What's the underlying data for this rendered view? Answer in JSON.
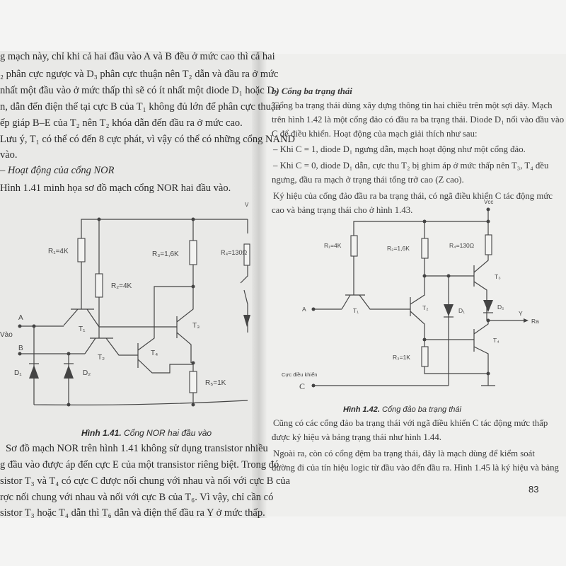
{
  "left_page": {
    "lines": [
      "g mạch này, chỉ khi cả hai đầu vào A và B đều ở mức cao thì cả hai",
      "₂ phân cực ngược và D₃ phân cực thuận nên T₂ dẫn và đầu ra ở mức",
      "nhất một đầu vào ở mức thấp thì sẽ có ít nhất một diode D₁ hoặc D₂",
      "n, dẫn đến điện thế tại cực B của T₁ không đủ lớn để phân cực thuận",
      "ếp giáp B–E của T₂ nên T₂ khóa dẫn đến đầu ra ở mức cao.",
      "Lưu ý, T₁ có thể có đến 8 cực phát, vì vậy có thể có những cổng NAND",
      "vào."
    ],
    "heading": "– Hoạt động của cổng NOR",
    "intro": "Hình 1.41 minh họa sơ đồ mạch cổng NOR hai đầu vào.",
    "figure": {
      "caption_bold": "Hình 1.41.",
      "caption": " Cổng NOR hai đầu vào",
      "labels": {
        "R1": "R₁=4K",
        "R2": "R₂=4K",
        "R3": "R₃=1,6K",
        "R4": "R₄=130Ω",
        "R5": "R₅=1K",
        "T1": "T₁",
        "T2": "T₂",
        "T3": "T₃",
        "T4": "T₄",
        "D1": "D₁",
        "D2": "D₂",
        "A": "A",
        "B": "B",
        "input": "Vào",
        "vcc": "V"
      }
    },
    "body": [
      "Sơ đồ mạch NOR trên hình 1.41 không sử dụng transistor nhiều",
      "g đầu vào được áp đến cực E của một transistor riêng biệt. Trong đó",
      "sistor T₃ và T₄ có cực C được nối chung với nhau và nối với cực B của",
      "rợc nối chung với nhau và nối với cực B của T₆. Vì vậy, chỉ cần có",
      "sistor T₃ hoặc T₄ dẫn thì T₆ dẫn và điện thế đầu ra Y ở mức thấp."
    ]
  },
  "right_page": {
    "heading": "b) Cổng ba trạng thái",
    "lines": [
      "Cổng ba trạng thái dùng xây dựng thông tin hai chiều trên một sợi dây. Mạch",
      "trên hình 1.42 là một cổng đảo có đầu ra ba trạng thái. Diode D₁ nối vào đầu vào",
      "C để điều khiển. Hoạt động của mạch giải thích như sau:",
      "– Khi C = 1, diode D₁ ngưng dẫn, mạch hoạt động như một cổng đảo.",
      "– Khi C = 0, diode D₁ dẫn, cực thu T₂ bị ghim áp ở mức thấp nên T₃, T₄ đều",
      "ngưng, đầu ra mạch ở trạng thái tổng trở cao (Z cao).",
      "Ký hiệu của cổng đảo đầu ra ba trạng thái, có ngã điều khiển C tác động mức",
      "cao và bảng trạng thái cho ở hình 1.43."
    ],
    "figure": {
      "caption_bold": "Hình 1.42.",
      "caption": " Cổng đảo ba trạng thái",
      "labels": {
        "vcc": "Vcc",
        "R1": "R₁=4K",
        "R2": "R₂=1,6K",
        "R3": "R₃=1K",
        "R4": "R₄=130Ω",
        "T1": "T₁",
        "T2": "T₂",
        "T3": "T₃",
        "T4": "T₄",
        "D1": "D₁",
        "D2": "D₂",
        "A": "A",
        "Y": "Y",
        "out": "Ra",
        "control": "Cực điều khiển",
        "C": "C"
      }
    },
    "body": [
      "Cũng có các cổng đảo ba trạng thái với ngã điều khiển C tác động mức thấp",
      "được ký hiệu và bảng trạng thái như hình 1.44.",
      "Ngoài ra, còn có cổng đệm ba trạng thái, đây là mạch dùng để kiểm soát",
      "đường đi của tín hiệu logic từ đầu vào đến đầu ra. Hình 1.45 là ký hiệu và bảng"
    ],
    "page_number": "83"
  }
}
